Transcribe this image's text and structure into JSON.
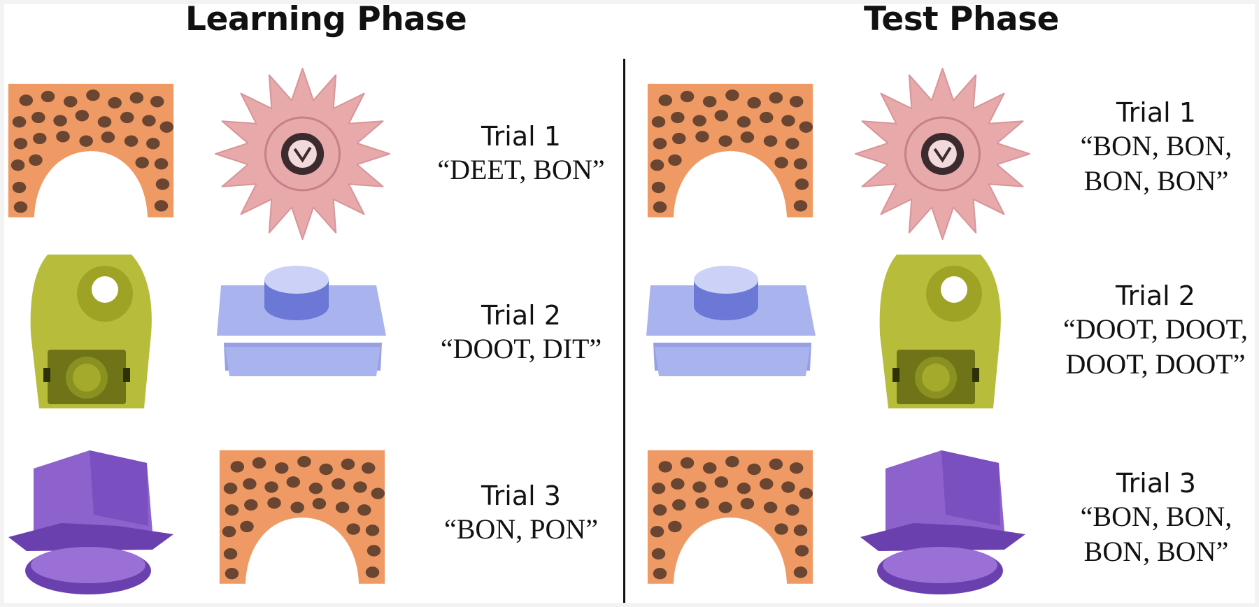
{
  "headings": {
    "learning": "Learning Phase",
    "test": "Test Phase"
  },
  "learning_trials": [
    {
      "title": "Trial 1",
      "words": "“DEET, BON”",
      "objects": [
        "orange-arch",
        "pink-gear"
      ]
    },
    {
      "title": "Trial 2",
      "words": "“DOOT, DIT”",
      "objects": [
        "yellow-green-clip",
        "blue-cap"
      ]
    },
    {
      "title": "Trial 3",
      "words": "“BON, PON”",
      "objects": [
        "purple-sponge",
        "orange-arch"
      ]
    }
  ],
  "test_trials": [
    {
      "title": "Trial 1",
      "words": "“BON, BON, BON, BON”",
      "objects": [
        "orange-arch",
        "pink-gear"
      ]
    },
    {
      "title": "Trial 2",
      "words": "“DOOT, DOOT, DOOT, DOOT”",
      "objects": [
        "blue-cap",
        "yellow-green-clip"
      ]
    },
    {
      "title": "Trial 3",
      "words": "“BON, BON, BON, BON”",
      "objects": [
        "orange-arch",
        "purple-sponge"
      ]
    }
  ],
  "colors": {
    "arch": "#ef9a64",
    "arch_dots": "#6a4632",
    "gear": "#e8a9ab",
    "gear_dark": "#3b2a2e",
    "clip": "#b7bd3a",
    "clip_dark": "#6f7418",
    "cap": "#a9b4ee",
    "cap_dark": "#6b78d6",
    "sponge": "#8d62cc",
    "sponge_dark": "#6a3fae"
  }
}
